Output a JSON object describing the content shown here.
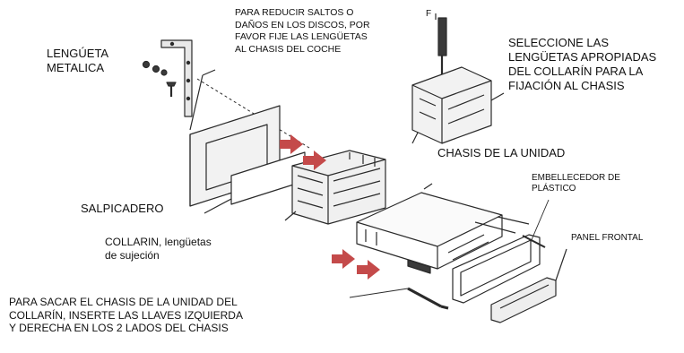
{
  "labels": {
    "lengueta_metalica": "LENGÚETA\nMETALICA",
    "reducir_saltos": "PARA REDUCIR SALTOS O\nDAÑOS EN LOS DISCOS, POR\nFAVOR FIJE LAS LENGÜETAS\nAL CHASIS DEL COCHE",
    "seleccione": "SELECCIONE LAS\nLENGÜETAS APROPIADAS\nDEL COLLARÍN PARA LA\nFIJACIÓN AL CHASIS",
    "chasis_unidad": "CHASIS DE LA UNIDAD",
    "embellecedor": "EMBELLECEDOR DE\nPLÁSTICO",
    "salpicadero": "SALPICADERO",
    "collarin": "COLLARIN, lengüetas\nde sujeción",
    "panel_frontal": "PANEL FRONTAL",
    "sacar_chasis": "PARA SACAR EL CHASIS DE LA UNIDAD DEL\nCOLLARÍN, INSERTE LAS LLAVES IZQUIERDA\nY DERECHA EN LOS 2 LADOS DEL CHASIS",
    "screwdriver_mark": "F"
  },
  "colors": {
    "ink": "#111111",
    "arrow": "#c44a4a",
    "line": "#2a2a2a",
    "fill_light": "#f4f4f4",
    "fill_dark": "#3a3a3a"
  }
}
